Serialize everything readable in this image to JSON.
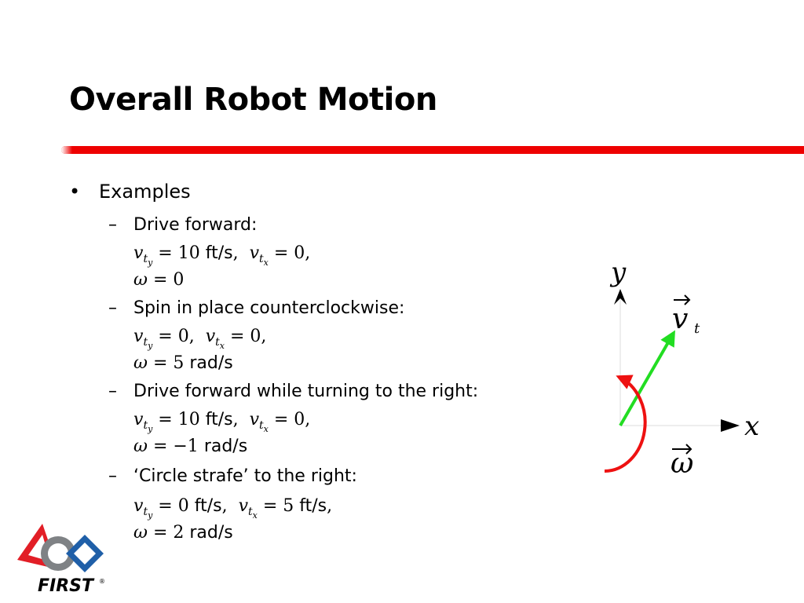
{
  "slide": {
    "title": "Overall Robot Motion",
    "bullet": "Examples",
    "bullet_marker": "•",
    "dash_marker": "–"
  },
  "examples": [
    {
      "label": "Drive forward:",
      "line1": {
        "vty": "10",
        "vty_unit": "ft/s",
        "vtx": "0",
        "vtx_unit": ""
      },
      "line2": {
        "omega": "0",
        "omega_unit": ""
      }
    },
    {
      "label": "Spin in place counterclockwise:",
      "line1": {
        "vty": "0",
        "vty_unit": "",
        "vtx": "0",
        "vtx_unit": ""
      },
      "line2": {
        "omega": "5",
        "omega_unit": "rad/s"
      }
    },
    {
      "label": "Drive forward while turning to the right:",
      "line1": {
        "vty": "10",
        "vty_unit": "ft/s",
        "vtx": "0",
        "vtx_unit": ""
      },
      "line2": {
        "omega": "−1",
        "omega_unit": "rad/s"
      }
    },
    {
      "label": "‘Circle strafe’ to the right:",
      "line1": {
        "vty": "0",
        "vty_unit": "ft/s",
        "vtx": "5",
        "vtx_unit": "ft/s"
      },
      "line2": {
        "omega": "2",
        "omega_unit": "rad/s"
      }
    }
  ],
  "diagram": {
    "y_label": "y",
    "x_label": "x",
    "vt_label": "v",
    "vt_sub": "t",
    "omega_label": "ω",
    "velocity_color": "#22dd22",
    "rotation_color": "#ee1111"
  },
  "logo": {
    "text": "FIRST",
    "mark": "®",
    "colors": {
      "red": "#e21e26",
      "blue": "#1f5fa8",
      "gray": "#7f8285"
    }
  }
}
